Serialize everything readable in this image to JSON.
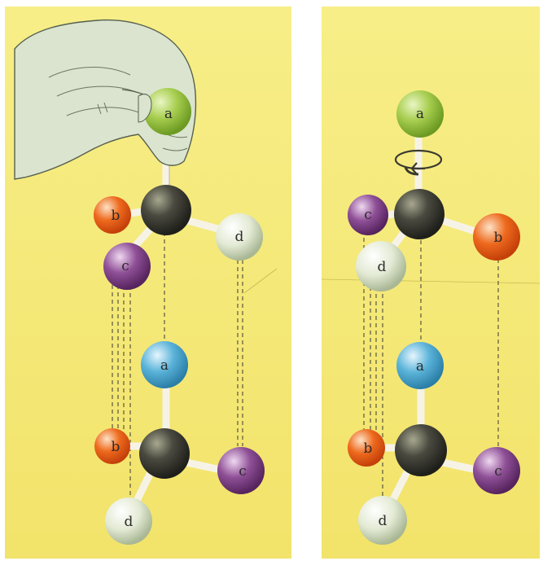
{
  "colors": {
    "background": "#ffffff",
    "panel": "#f5ea78",
    "panel_edge": "#e9d45a",
    "divider": "#ffffff",
    "hand": "#dbe4cf",
    "hand_outline": "#55604f",
    "carbon": "#3a3a34",
    "green": "#a6cd4e",
    "orange": "#ee6a1e",
    "purple": "#7d3f86",
    "pale": "#e3ead4",
    "blue": "#5bb3d9",
    "bond": "#f6f3e6",
    "dash": "#4a4a3a"
  },
  "icons": {
    "hand": "hand-holding-icon",
    "rotation": "rotation-arrow-icon"
  },
  "left_panel": {
    "top_model": {
      "a": "a",
      "b": "b",
      "c": "c",
      "d": "d"
    },
    "bottom_model": {
      "a": "a",
      "b": "b",
      "c": "c",
      "d": "d"
    }
  },
  "right_panel": {
    "top_model": {
      "a": "a",
      "b": "b",
      "c": "c",
      "d": "d"
    },
    "bottom_model": {
      "a": "a",
      "b": "b",
      "c": "c",
      "d": "d"
    }
  }
}
